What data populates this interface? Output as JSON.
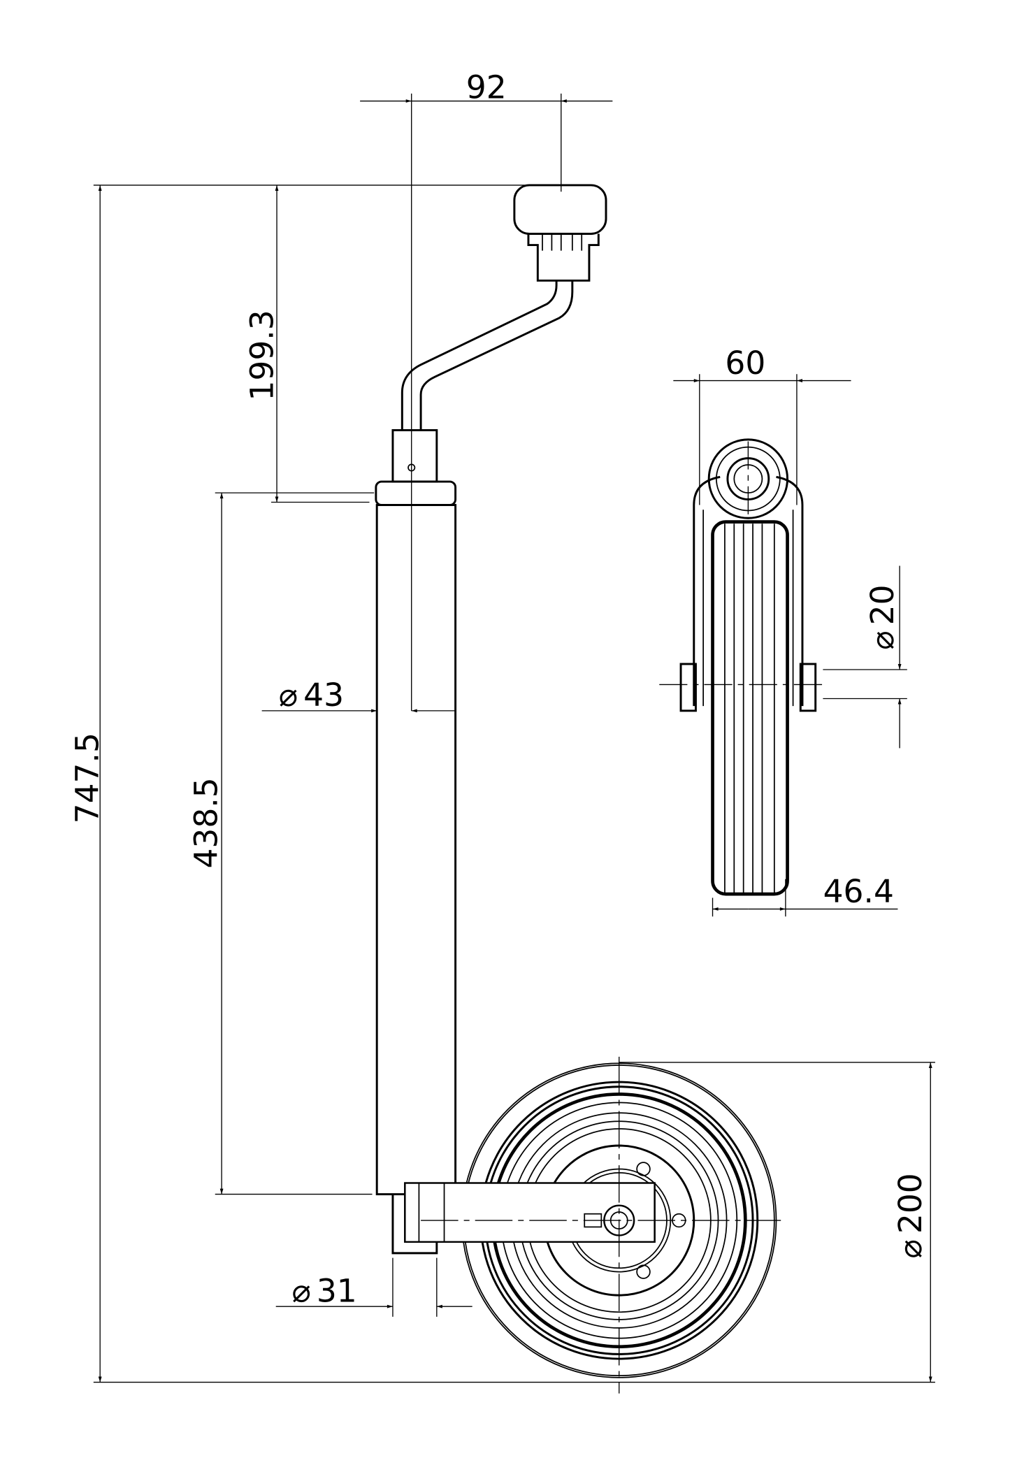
{
  "drawing": {
    "title": "Jockey wheel dimension drawing",
    "dimensions": {
      "overall_height": "747.5",
      "crank_height": "199.3",
      "tube_length": "438.5",
      "crank_offset": "92",
      "tube_diameter": "43",
      "lower_tube_diameter": "31",
      "wheel_diameter": "200",
      "fork_width": "60",
      "axle_diameter": "20",
      "tyre_width": "46.4"
    },
    "diameter_symbol": "⌀",
    "line_color": "#000000",
    "background_color": "#ffffff"
  }
}
